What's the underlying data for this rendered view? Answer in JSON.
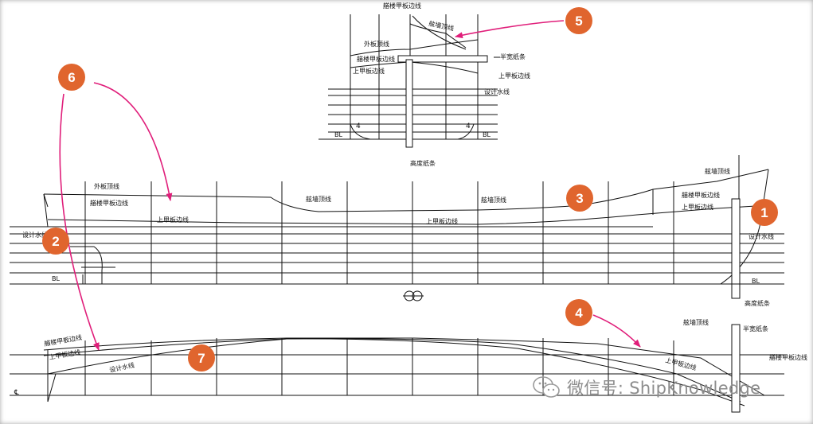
{
  "labels": {
    "poop_deck_side_line": "艏楼甲板边线",
    "bulwark_top_line": "舷墙顶线",
    "shell_top_line": "外板顶线",
    "half_breadth_strip": "半宽纸条",
    "upper_deck_side_line": "上甲板边线",
    "design_waterline": "设计水线",
    "height_strip": "高度纸条",
    "baseline": "BL",
    "centerline": "℄",
    "station_mark": "4"
  },
  "callouts": [
    {
      "n": "1"
    },
    {
      "n": "2"
    },
    {
      "n": "3"
    },
    {
      "n": "4"
    },
    {
      "n": "5"
    },
    {
      "n": "6"
    },
    {
      "n": "7"
    }
  ],
  "watermark": {
    "text": "微信号: ShipKnowledge"
  },
  "colors": {
    "callout_fill": "#e0652e",
    "arrow": "#e01e7a",
    "line": "#111111"
  }
}
